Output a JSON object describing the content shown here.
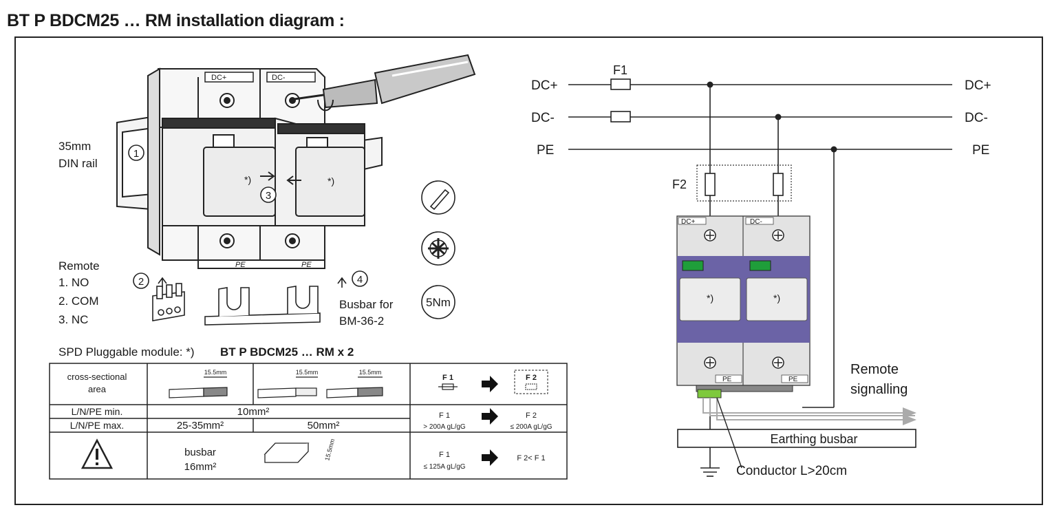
{
  "title": "BT P BDCM25 … RM installation diagram :",
  "left": {
    "din_rail_label": "35mm",
    "din_rail_label2": "DIN rail",
    "step1": "1",
    "step2": "2",
    "step3": "3",
    "step4": "4",
    "module_label_dcplus": "DC+",
    "module_label_dcminus": "DC-",
    "pe_label": "PE",
    "module_star": "*)",
    "remote_title": "Remote",
    "remote_items": [
      "1. NO",
      "2. COM",
      "3. NC"
    ],
    "busbar_label": "Busbar for",
    "busbar_model": "BM-36-2",
    "torque": "5Nm",
    "spd_caption_prefix": "SPD Pluggable module:  *)",
    "spd_caption_bold": "BT P BDCM25 … RM x 2"
  },
  "table": {
    "row_labels": [
      "cross-sectional",
      "area",
      "L/N/PE min.",
      "L/N/PE max."
    ],
    "strip_len": "15.5mm",
    "min_value": "10mm²",
    "max_value_1": "25-35mm²",
    "max_value_2": "50mm²",
    "busbar_text": "busbar",
    "busbar_size": "16mm²",
    "busbar_dim": "15.5mm",
    "fuse_row1_left": "F 1",
    "fuse_row1_right": "F 2",
    "fuse_row2_left_a": "F 1",
    "fuse_row2_left_b": "> 200A gL/gG",
    "fuse_row2_right_a": "F 2",
    "fuse_row2_right_b": "≤ 200A gL/gG",
    "fuse_row3_left_a": "F 1",
    "fuse_row3_left_b": "≤ 125A gL/gG",
    "fuse_row3_right": "F 2<  F 1"
  },
  "right": {
    "f1": "F1",
    "f2": "F2",
    "dc_plus": "DC+",
    "dc_minus": "DC-",
    "pe": "PE",
    "dc_plus_r": "DC+",
    "dc_minus_r": "DC-",
    "pe_r": "PE",
    "mod_dcplus": "DC+",
    "mod_dcminus": "DC-",
    "mod_pe": "PE",
    "mod_star": "*)",
    "remote_signalling_1": "Remote",
    "remote_signalling_2": "signalling",
    "earthing_busbar": "Earthing busbar",
    "conductor": "Conductor L>20cm"
  },
  "colors": {
    "module_band": "#6b63a6",
    "indicator": "#1f9e3a",
    "module_grey": "#e0e0e0"
  }
}
